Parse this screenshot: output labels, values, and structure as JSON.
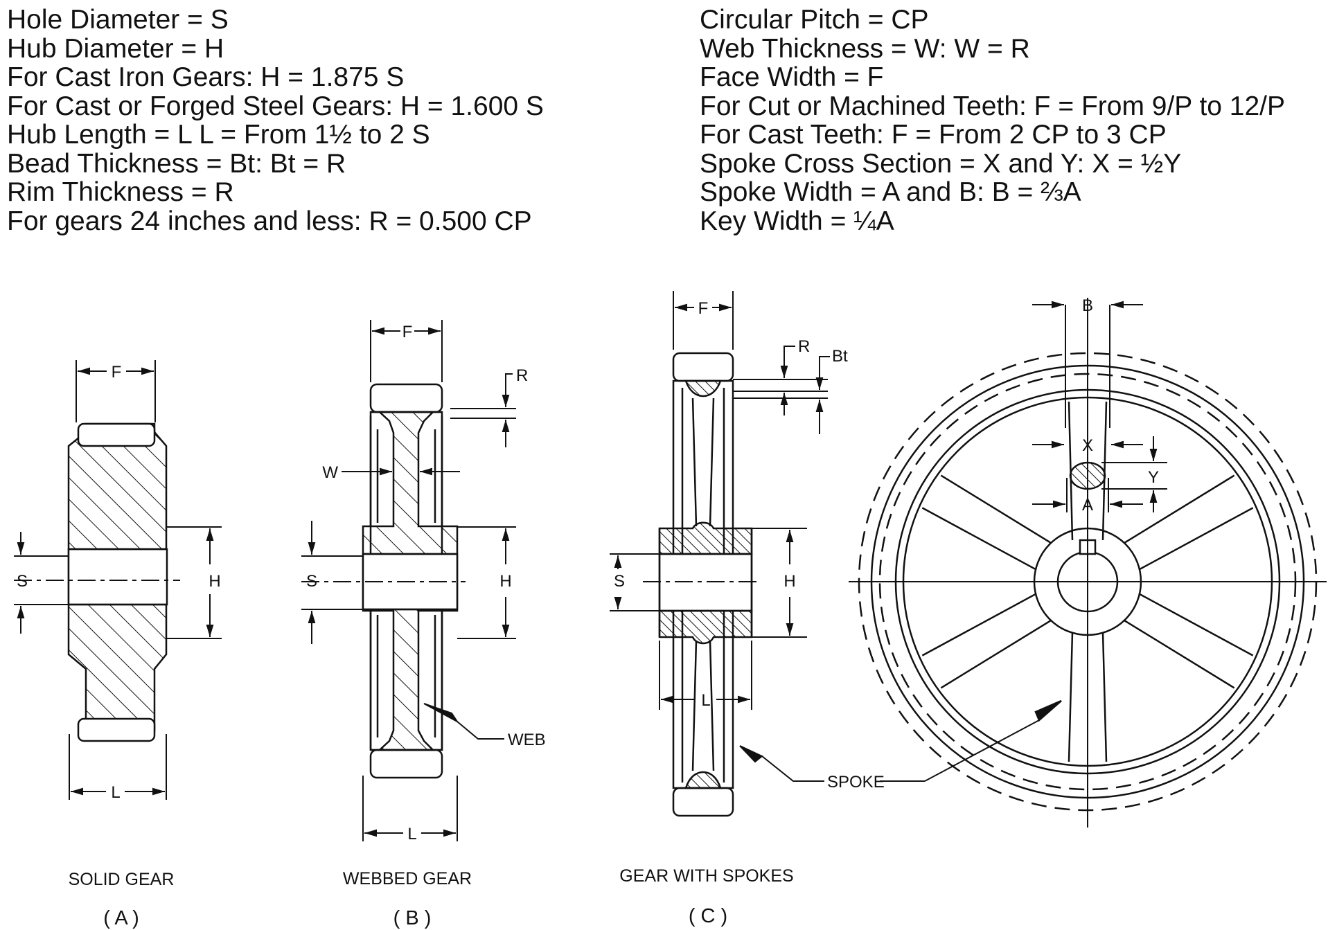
{
  "formulas": {
    "left": [
      "Hole Diameter = S",
      "Hub Diameter = H",
      "For Cast Iron Gears: H = 1.875 S",
      "For Cast or Forged Steel Gears: H = 1.600 S",
      "Hub Length = L    L = From 1½ to 2 S",
      "Bead Thickness = Bt: Bt = R",
      "Rim Thickness = R",
      "For gears 24 inches and less: R = 0.500 CP"
    ],
    "right": [
      "Circular Pitch = CP",
      "Web Thickness = W: W = R",
      "Face Width = F",
      "For Cut or Machined Teeth: F = From 9/P to 12/P",
      "For Cast Teeth: F = From 2 CP to 3 CP",
      "Spoke Cross Section = X and Y: X = ½Y",
      "Spoke Width = A and B: B = ⅔A",
      "Key Width = ¼A"
    ]
  },
  "labels": {
    "F": "F",
    "L": "L",
    "S": "S",
    "H": "H",
    "W": "W",
    "R": "R",
    "Bt": "Bt",
    "B": "B",
    "X": "X",
    "Y": "Y",
    "A": "A",
    "web": "WEB",
    "spoke": "SPOKE"
  },
  "captions": {
    "a": {
      "title": "SOLID GEAR",
      "letter": "( A )"
    },
    "b": {
      "title": "WEBBED GEAR",
      "letter": "( B )"
    },
    "c": {
      "title": "GEAR WITH SPOKES",
      "letter": "( C )"
    }
  }
}
